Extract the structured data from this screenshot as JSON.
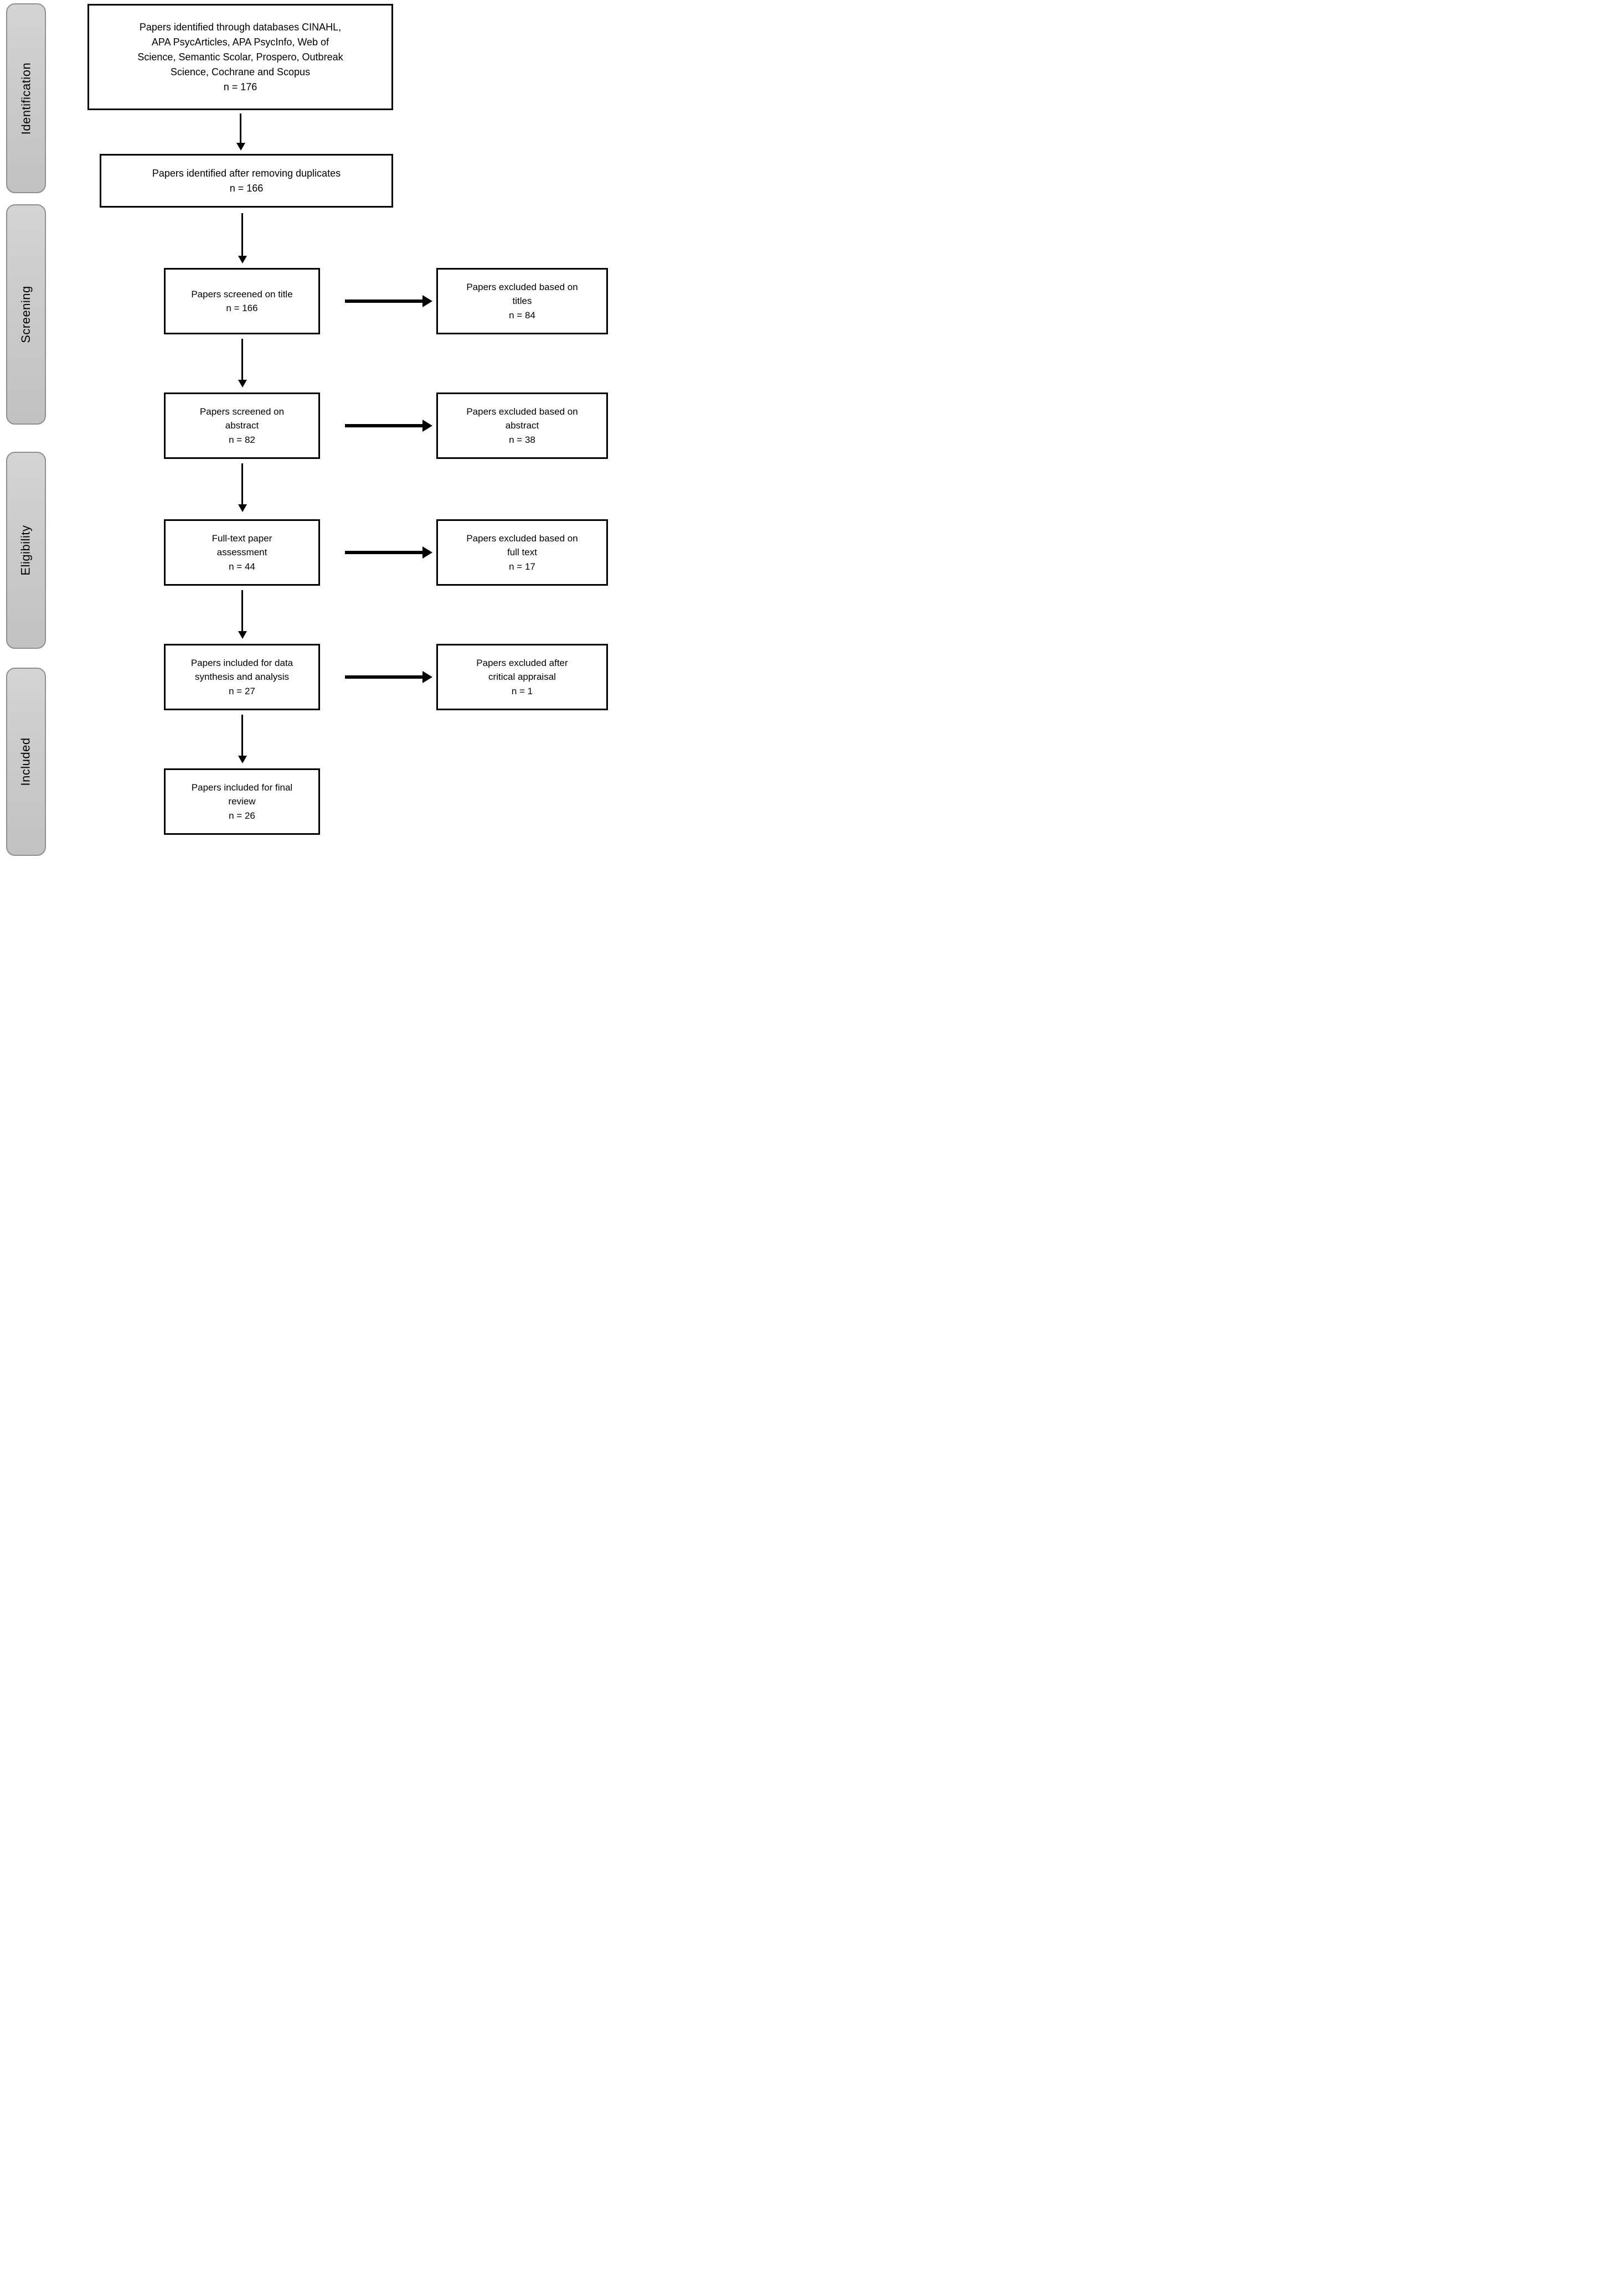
{
  "diagram_type": "prisma-flowchart",
  "colors": {
    "background": "#ffffff",
    "box_fill": "#ffffff",
    "box_border": "#000000",
    "stage_fill": "#cbcbcb",
    "stage_border": "#8f8f8f",
    "arrow": "#000000",
    "text": "#000000"
  },
  "sidebar": {
    "stages": [
      {
        "label": "Identification"
      },
      {
        "label": "Screening"
      },
      {
        "label": "Eligibility"
      },
      {
        "label": "Included"
      }
    ]
  },
  "flow": {
    "boxes": [
      {
        "id": "identified",
        "n": 176,
        "lines": [
          "Papers identified through databases CINAHL,",
          "APA PsycArticles, APA PsycInfo, Web of",
          "Science, Semantic Scolar, Prospero, Outbreak",
          "Science, Cochrane and Scopus",
          "n = 176"
        ]
      },
      {
        "id": "deduplicated",
        "n": 166,
        "lines": [
          "Papers identified after removing duplicates",
          "n = 166"
        ]
      },
      {
        "id": "screened-title",
        "n": 166,
        "lines": [
          "Papers screened on title",
          "n = 166"
        ]
      },
      {
        "id": "screened-abstract",
        "n": 82,
        "lines": [
          "Papers screened on",
          "abstract",
          "n = 82"
        ]
      },
      {
        "id": "full-text-assessment",
        "n": 44,
        "lines": [
          "Full-text paper",
          "assessment",
          "n = 44"
        ]
      },
      {
        "id": "included-synthesis",
        "n": 27,
        "lines": [
          "Papers included for data",
          "synthesis and analysis",
          "n = 27"
        ]
      },
      {
        "id": "included-final",
        "n": 26,
        "lines": [
          "Papers included for final",
          "review",
          "n = 26"
        ]
      }
    ]
  },
  "exclusions": {
    "boxes": [
      {
        "id": "excluded-titles",
        "n": 84,
        "lines": [
          "Papers excluded based on",
          "titles",
          "n = 84"
        ]
      },
      {
        "id": "excluded-abstract",
        "n": 38,
        "lines": [
          "Papers excluded based on",
          "abstract",
          "n = 38"
        ]
      },
      {
        "id": "excluded-full-text",
        "n": 17,
        "lines": [
          "Papers excluded based on",
          "full text",
          "n = 17"
        ]
      },
      {
        "id": "excluded-critical-appraisal",
        "n": 1,
        "lines": [
          "Papers excluded after",
          "critical appraisal",
          "n = 1"
        ]
      }
    ]
  }
}
